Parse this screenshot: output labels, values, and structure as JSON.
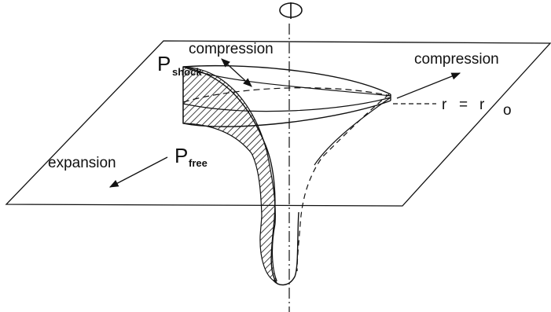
{
  "labels": {
    "compression_top": "compression",
    "compression_right": "compression",
    "expansion": "expansion",
    "p_shock_symbol": "P",
    "p_shock_sub": "shock",
    "p_free_symbol": "P",
    "p_free_sub": "free",
    "radius_r": "r",
    "radius_eq": "=",
    "radius_r0": "r",
    "radius_sub0": "o"
  },
  "colors": {
    "ink": "#111111",
    "background": "#ffffff"
  },
  "icons": [
    "rotation-icon"
  ]
}
